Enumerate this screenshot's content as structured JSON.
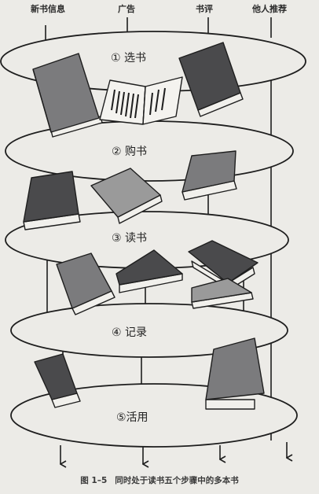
{
  "columns": [
    "新书信息",
    "广告",
    "书评",
    "他人推荐"
  ],
  "steps": [
    "① 选书",
    "② 购书",
    "③ 读书",
    "④ 记录",
    "⑤活用"
  ],
  "caption": {
    "number": "图 1–5",
    "text": "同时处于读书五个步骤中的多本书"
  },
  "colors": {
    "paper": "#ecebe7",
    "ink": "#1e1e1e",
    "book_dark": "#4a4a4c",
    "book_mid": "#7b7b7d",
    "book_light": "#9a9a9a",
    "pages": "#f1f0ec"
  }
}
